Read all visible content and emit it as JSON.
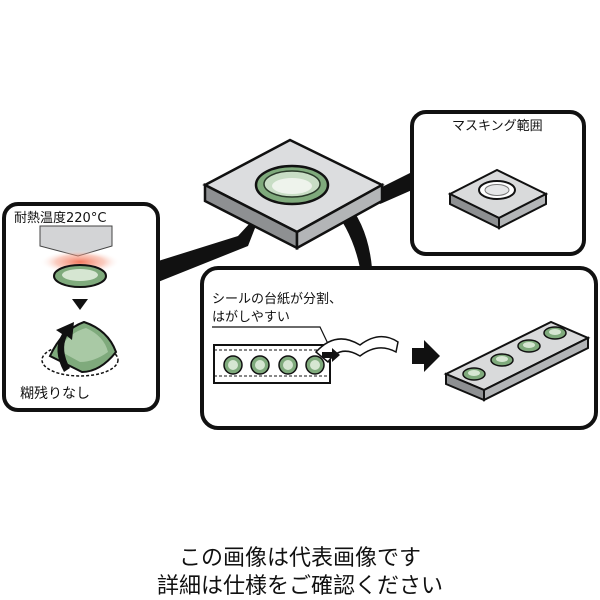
{
  "panels": {
    "heat": {
      "title": "耐熱温度220°C",
      "footer": "糊残りなし"
    },
    "masking": {
      "title": "マスキング範囲"
    },
    "sheet": {
      "note_line1": "シールの台紙が分割、",
      "note_line2": "はがしやすい"
    }
  },
  "captions": {
    "line1": "この画像は代表画像です",
    "line2": "詳細は仕様をご確認ください"
  },
  "colors": {
    "outline": "#111111",
    "plate_top": "#d9dadb",
    "plate_side": "#9a9c9e",
    "seal_green": "#9cc29a",
    "seal_light": "#cfe3cc",
    "heat_glow": "#f08a6e"
  }
}
